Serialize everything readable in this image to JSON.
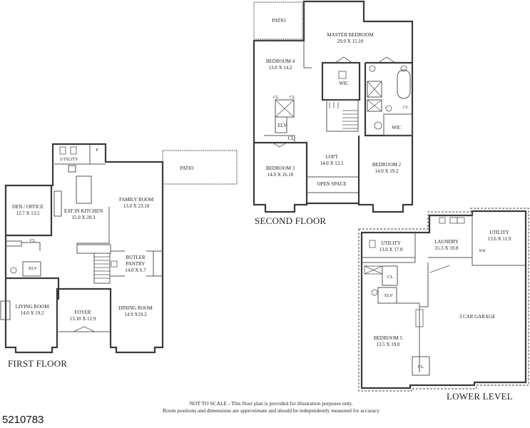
{
  "floors": {
    "first": {
      "title": "FIRST FLOOR",
      "rooms": {
        "utility": {
          "name": "UTILITY",
          "dim": ""
        },
        "pantry": {
          "name": "P",
          "dim": ""
        },
        "den_office": {
          "name": "DEN / OFFICE",
          "dim": "12.7 X 13.5"
        },
        "eat_in_kitchen": {
          "name": "EAT IN KITCHEN",
          "dim": "15.0 X 20.3"
        },
        "family_room": {
          "name": "FAMILY ROOM",
          "dim": "13.0 X 23.10"
        },
        "patio": {
          "name": "PATIO",
          "dim": ""
        },
        "closet": {
          "name": "CL",
          "dim": ""
        },
        "elevator": {
          "name": "ELV",
          "dim": ""
        },
        "butler_pantry": {
          "name": "BUTLER PANTRY",
          "dim": "14.0 X 6.7"
        },
        "living_room": {
          "name": "LIVING ROOM",
          "dim": "14.0 X 19.2"
        },
        "foyer": {
          "name": "FOYER",
          "dim": "13.10 X 12.9"
        },
        "dining_room": {
          "name": "DINING ROOM",
          "dim": "14.9 X19.2"
        }
      }
    },
    "second": {
      "title": "SECOND FLOOR",
      "rooms": {
        "patio": {
          "name": "PATIO",
          "dim": ""
        },
        "master_bedroom": {
          "name": "MASTER BEDROOM",
          "dim": "29.0 X 15.10"
        },
        "bedroom4": {
          "name": "BEDROOM 4",
          "dim": "13.0 X 14.2"
        },
        "wic_master": {
          "name": "WIC",
          "dim": ""
        },
        "cl_a": {
          "name": "CL",
          "dim": ""
        },
        "cl_b": {
          "name": "CL",
          "dim": ""
        },
        "cl_c": {
          "name": "CL",
          "dim": ""
        },
        "cl_bath": {
          "name": "CL",
          "dim": ""
        },
        "elevator": {
          "name": "ELV",
          "dim": ""
        },
        "wic_bed2": {
          "name": "WIC",
          "dim": ""
        },
        "loft": {
          "name": "LOFT",
          "dim": "14.0 X 12.5"
        },
        "bedroom3": {
          "name": "BEDROOM 3",
          "dim": "14.0 X 16.10"
        },
        "bedroom2": {
          "name": "BEDROOM 2",
          "dim": "14.0 X 19.2"
        },
        "open_space": {
          "name": "OPEN SPACE",
          "dim": ""
        }
      }
    },
    "lower": {
      "title": "LOWER LEVEL",
      "rooms": {
        "utility_a": {
          "name": "UTILITY",
          "dim": "13.0 X 17.0"
        },
        "laundry": {
          "name": "LAUNDRY",
          "dim": "15.3 X 10.8"
        },
        "utility_b": {
          "name": "UTILITY",
          "dim": "13.6 X 11.9"
        },
        "water_heater": {
          "name": "WH",
          "dim": ""
        },
        "closet_a": {
          "name": "CL",
          "dim": ""
        },
        "elevator": {
          "name": "ELV",
          "dim": ""
        },
        "garage": {
          "name": "3 CAR GARAGE",
          "dim": ""
        },
        "bedroom5": {
          "name": "BEDROOM 5",
          "dim": "13.5 X 19.0"
        },
        "closet_b": {
          "name": "CL",
          "dim": ""
        }
      }
    }
  },
  "disclaimer": {
    "line1": "NOT TO SCALE - This floor plan is provided for illustration purposes only.",
    "line2": "Room positions and dimensions are approximate and should be independently measured for accuracy"
  },
  "listing_id": "5210783"
}
